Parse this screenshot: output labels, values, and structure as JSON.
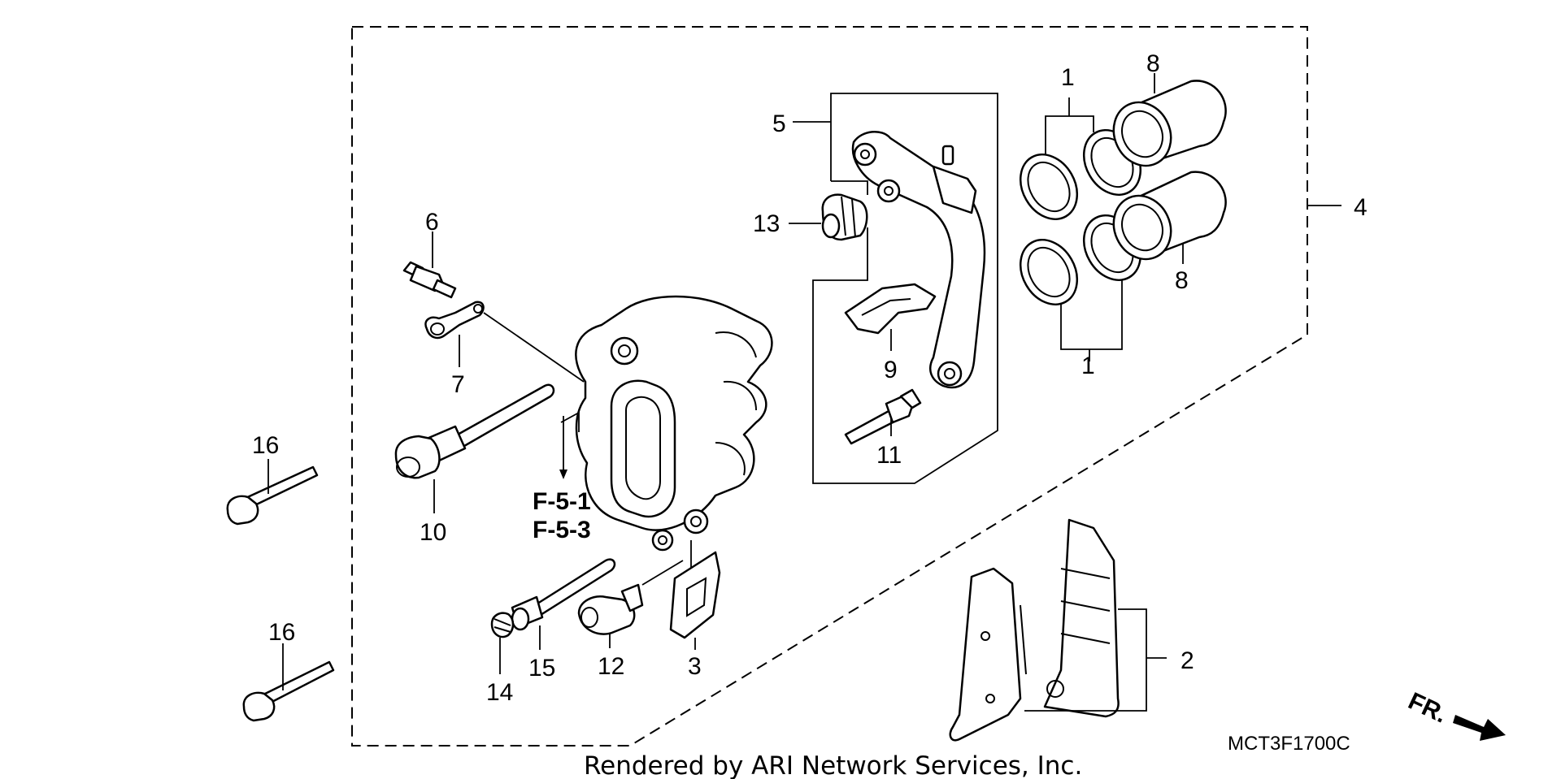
{
  "diagram": {
    "callouts": {
      "c1_top": "1",
      "c1_bottom": "1",
      "c2": "2",
      "c3": "3",
      "c4": "4",
      "c5": "5",
      "c6": "6",
      "c7": "7",
      "c8_top": "8",
      "c8_bottom": "8",
      "c9": "9",
      "c10": "10",
      "c11": "11",
      "c12": "12",
      "c13": "13",
      "c14": "14",
      "c15": "15",
      "c16_top": "16",
      "c16_bottom": "16"
    },
    "references": [
      "F-5-1",
      "F-5-3"
    ],
    "diagram_code": "MCT3F1700C",
    "direction_label": "FR.",
    "credit": "Rendered by ARI Network Services, Inc."
  }
}
